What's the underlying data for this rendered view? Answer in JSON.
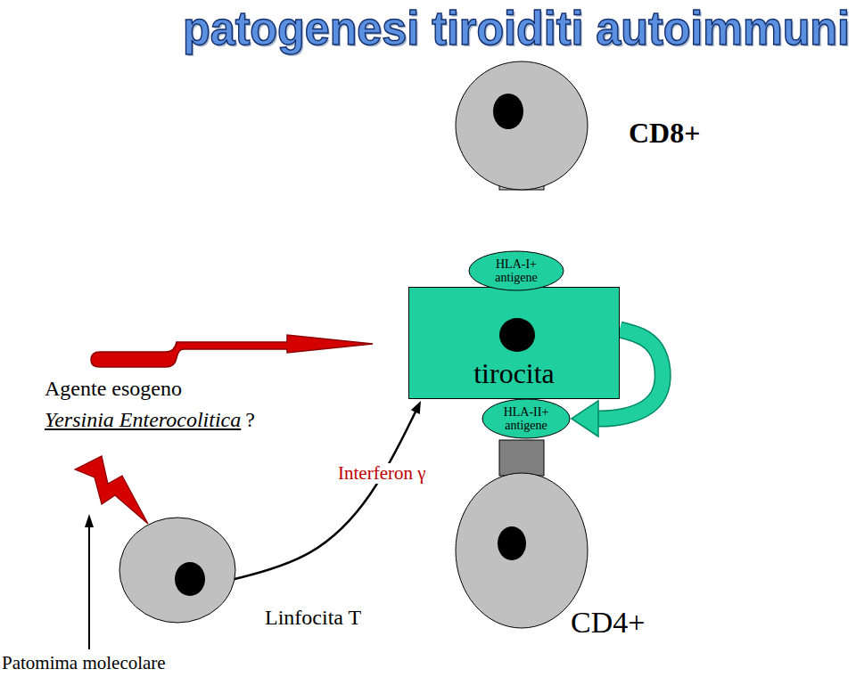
{
  "diagram": {
    "title": "patogenesi tiroiditi autoimmuni",
    "nodes": [
      {
        "text": [
          "CD8+"
        ]
      },
      {
        "text": [
          "HLA-I+ antigene"
        ]
      },
      {
        "text": [
          "tirocita"
        ]
      },
      {
        "text": [
          "HLA-II+ antigene"
        ]
      },
      {
        "text": [
          "CD4+"
        ]
      },
      {
        "text": [
          "Linfocita T"
        ]
      }
    ],
    "edges": [
      {
        "from": 2,
        "to": 3,
        "arrow": "to"
      },
      {
        "from": 5,
        "to": 2,
        "label": "Interferon γ",
        "arrow": "to"
      }
    ],
    "labels": [
      "Agente esogeno",
      "Yersinia Enterocolitica",
      "?",
      "Patomima molecolare"
    ]
  }
}
